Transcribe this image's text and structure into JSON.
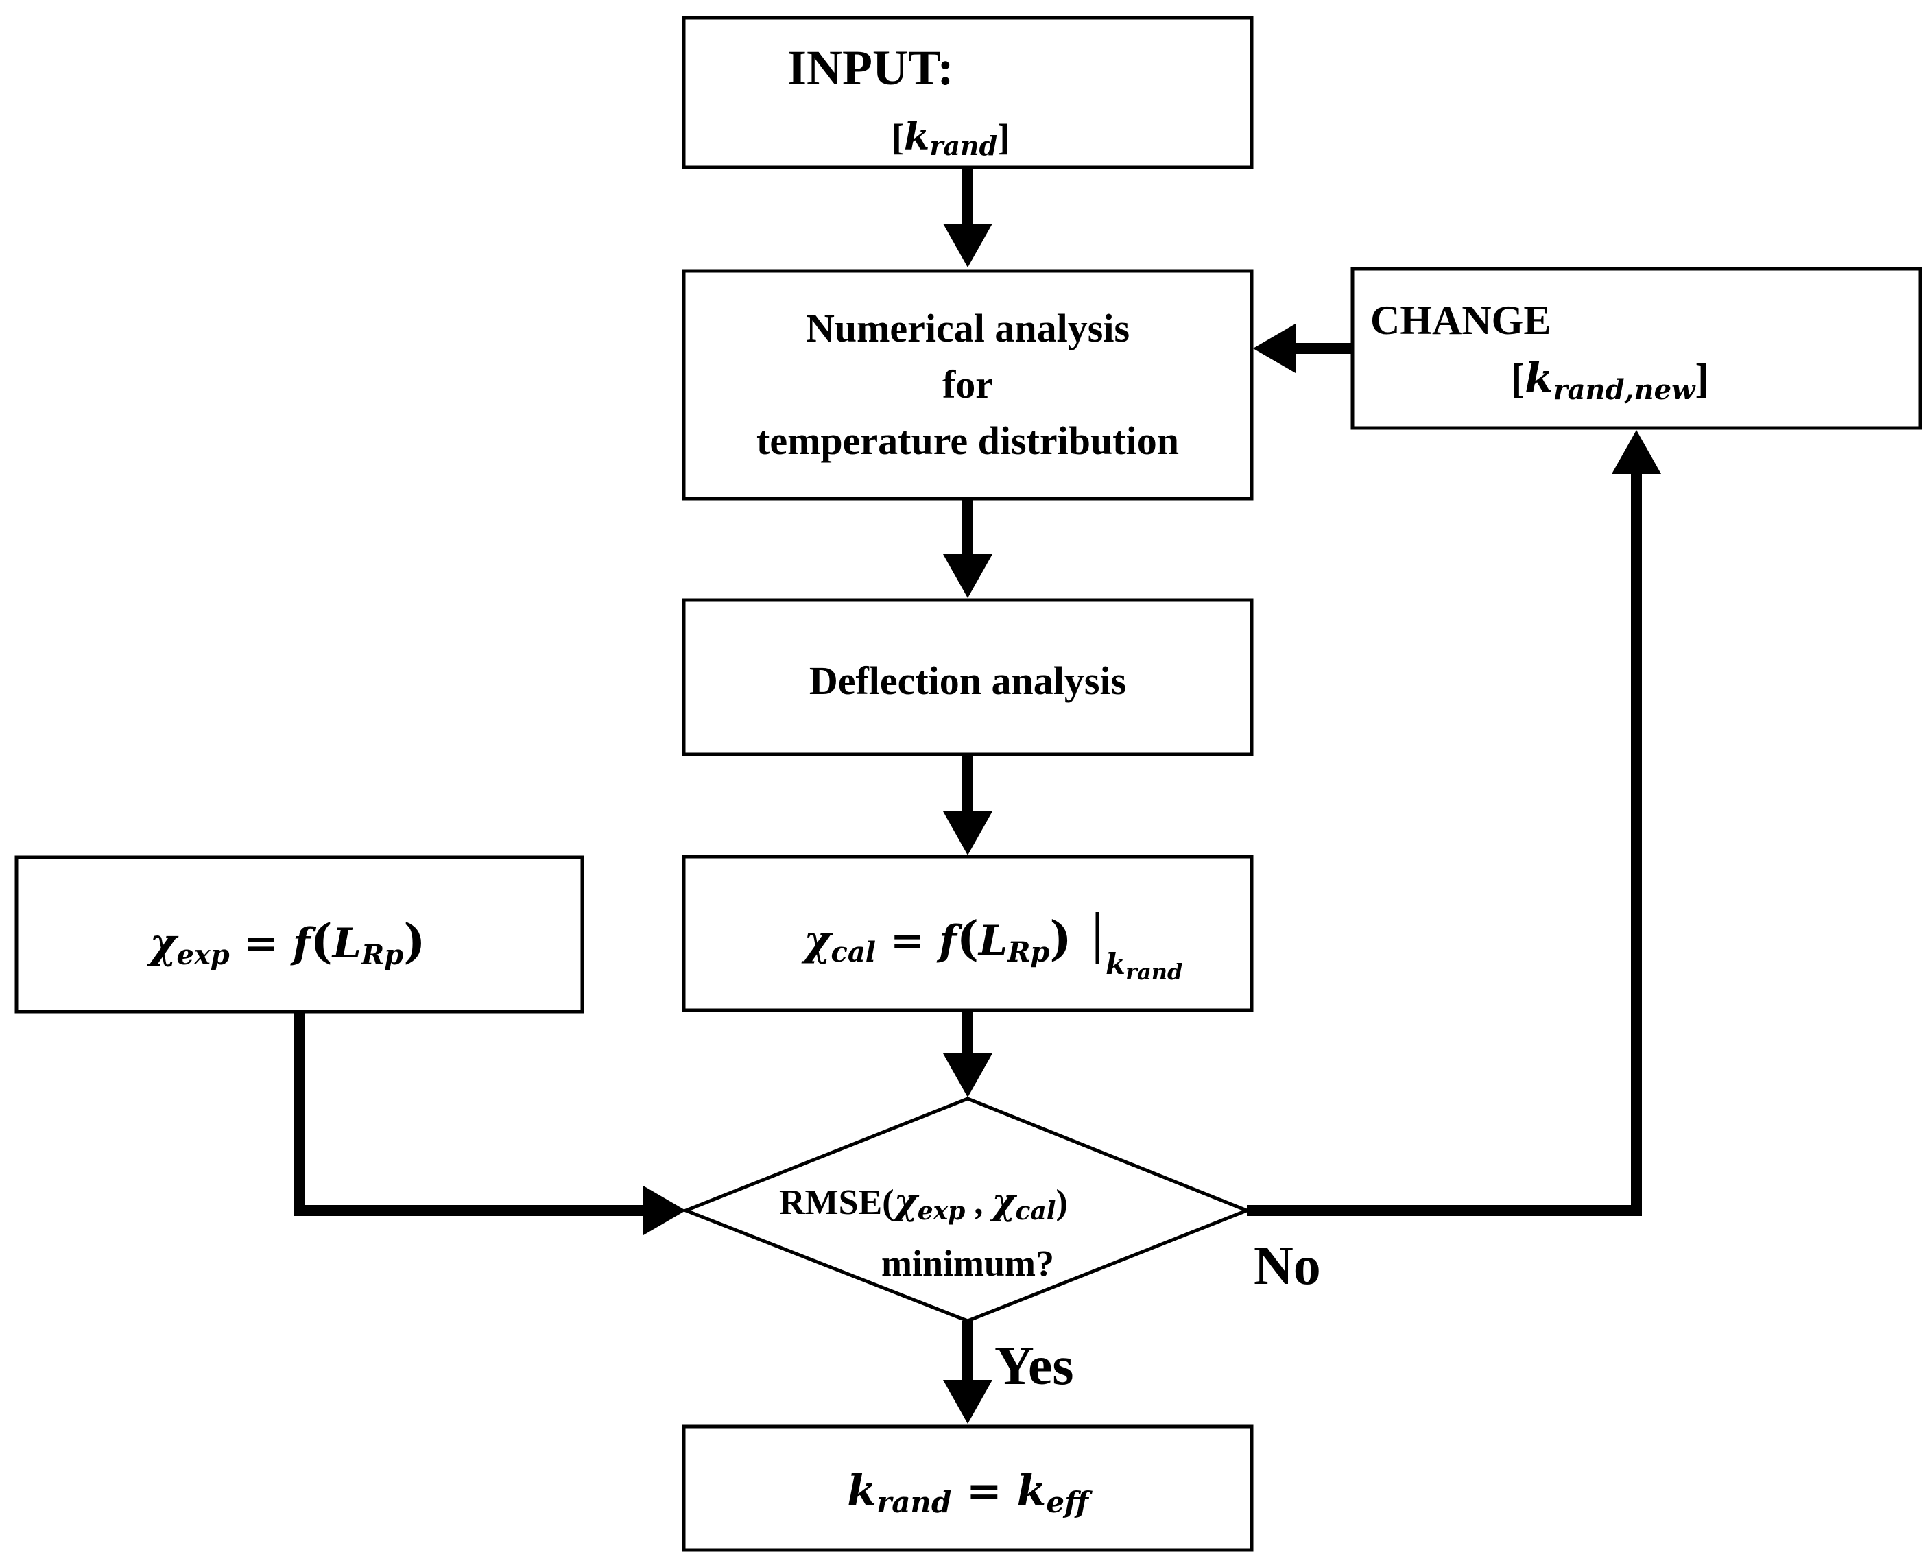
{
  "nodes": {
    "input": {
      "title": "INPUT:",
      "var": "k",
      "sub": "rand"
    },
    "numerical": {
      "line1": "Numerical analysis",
      "line2": "for",
      "line3": "temperature distribution"
    },
    "deflection": {
      "label": "Deflection analysis"
    },
    "chi_cal": {
      "chi": "χ",
      "chi_sub": "cal",
      "eq": " = ",
      "f": "f",
      "L": "L",
      "L_sub": "Rp",
      "k": "k",
      "k_sub": "rand"
    },
    "chi_exp": {
      "chi": "χ",
      "chi_sub": "exp",
      "eq": " = ",
      "f": "f",
      "L": "L",
      "L_sub": "Rp"
    },
    "decision": {
      "rmse": "RMSE(",
      "chi1": "χ",
      "chi1_sub": "exp",
      "comma": " , ",
      "chi2": "χ",
      "chi2_sub": "cal",
      "close": ")",
      "line2": "minimum?"
    },
    "change": {
      "title": "CHANGE",
      "var": "k",
      "sub": "rand,new"
    },
    "result": {
      "k1": "k",
      "k1_sub": "rand",
      "eq": " = ",
      "k2": "k",
      "k2_sub": "eff"
    }
  },
  "edge_labels": {
    "no": "No",
    "yes": "Yes"
  }
}
